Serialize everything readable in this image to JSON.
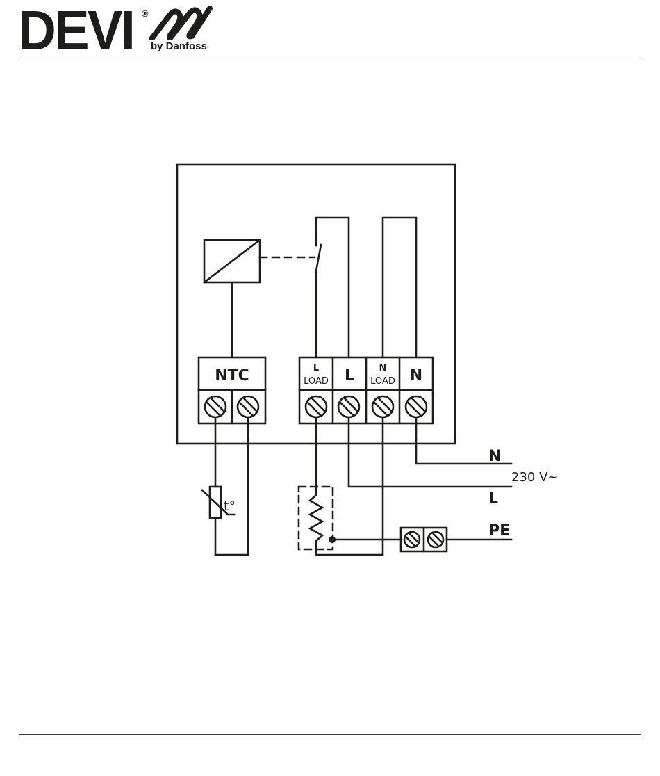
{
  "brand": {
    "name": "DEVI",
    "registered": "®",
    "sub": "by Danfoss"
  },
  "terminals": {
    "ntc": "NTC",
    "l_load_top": "L",
    "l_load_bottom": "LOAD",
    "l": "L",
    "n_load_top": "N",
    "n_load_bottom": "LOAD",
    "n": "N"
  },
  "lines": {
    "n": "N",
    "voltage": "230 V~",
    "l": "L",
    "pe": "PE"
  },
  "sensor": {
    "temp_symbol": "t°"
  }
}
